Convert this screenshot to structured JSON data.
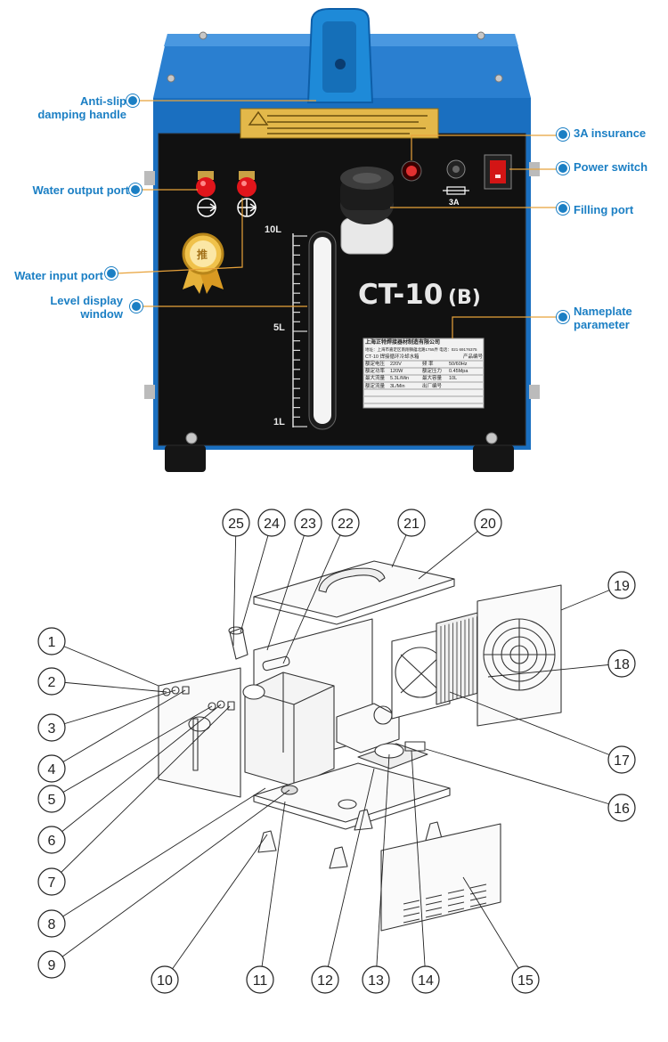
{
  "product": {
    "model": "CT-10",
    "model_suffix": "(B)",
    "fuse_label": "3A",
    "scale_labels": [
      "10L",
      "5L",
      "1L"
    ],
    "badge_text": "推"
  },
  "callouts": {
    "handle_line1": "Anti-slip",
    "handle_line2": "damping handle",
    "water_output": "Water output port",
    "water_input": "Water input port",
    "level_line1": "Level display",
    "level_line2": "window",
    "insurance": "3A insurance",
    "power_switch": "Power switch",
    "filling_port": "Filling port",
    "nameplate_line1": "Nameplate",
    "nameplate_line2": "parameter"
  },
  "nameplate": {
    "company": "上海正特焊接器材制造有限公司",
    "address": "地址：上海市嘉定区南翔镇蕴北路1755弄 电话：021 69176375",
    "header": "CT-10 焊接循环冷却水箱",
    "header_right": "产品编号",
    "rows": [
      [
        "额定电压",
        "220V",
        "频 率",
        "50/60Hz"
      ],
      [
        "额定功率",
        "120W",
        "额定压力",
        "0.45Mpa"
      ],
      [
        "最大流量",
        "5.3L/Min",
        "最大容量",
        "10L"
      ],
      [
        "额定流量",
        "3L/Min",
        "出厂编号",
        ""
      ]
    ]
  },
  "diagram": {
    "part_numbers": [
      "1",
      "2",
      "3",
      "4",
      "5",
      "6",
      "7",
      "8",
      "9",
      "10",
      "11",
      "12",
      "13",
      "14",
      "15",
      "16",
      "17",
      "18",
      "19",
      "20",
      "21",
      "22",
      "23",
      "24",
      "25"
    ]
  },
  "colors": {
    "accent": "#1b7fc4",
    "chassis_blue": "#1a6fc0",
    "panel_black": "#111111",
    "leader_orange": "#e8a23a",
    "cap_red": "#e0151b"
  }
}
